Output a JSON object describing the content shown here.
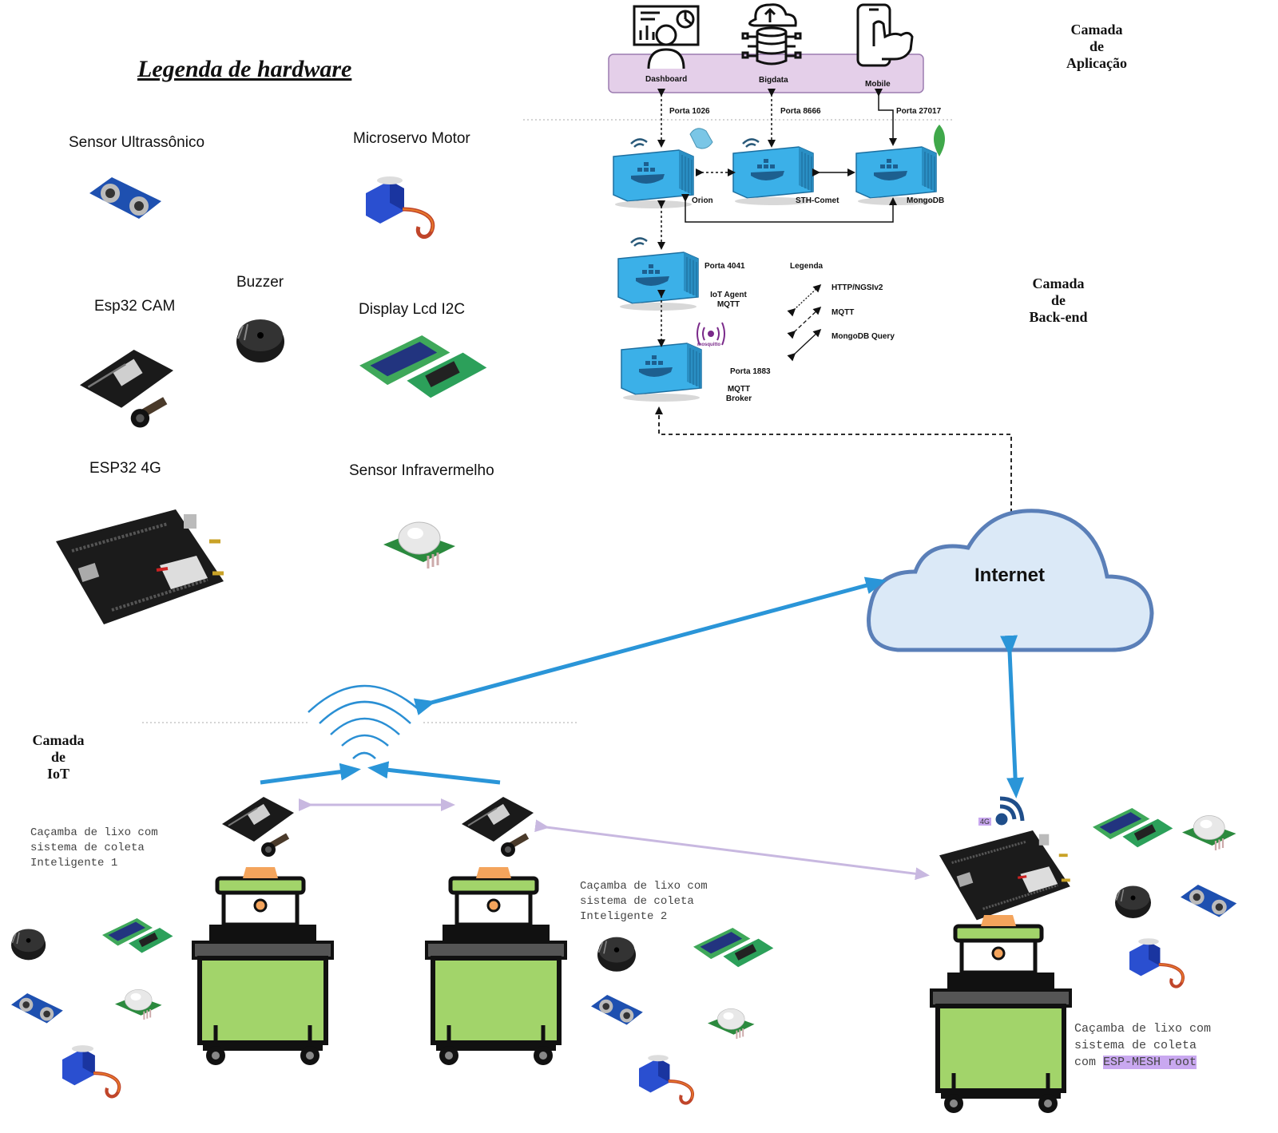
{
  "legend": {
    "title": "Legenda de hardware",
    "items": {
      "ultrasonic": "Sensor Ultrassônico",
      "microservo": "Microservo Motor",
      "buzzer": "Buzzer",
      "esp32cam": "Esp32 CAM",
      "lcd": "Display Lcd I2C",
      "esp32_4g": "ESP32 4G",
      "infrared": "Sensor Infravermelho"
    }
  },
  "layers": {
    "application": "Camada\nde\nAplicação",
    "backend": "Camada\nde\nBack-end",
    "iot": "Camada\nde\nIoT"
  },
  "apps": {
    "dashboard": "Dashboard",
    "bigdata": "Bigdata",
    "mobile": "Mobile"
  },
  "ports": {
    "p1026": "Porta 1026",
    "p8666": "Porta 8666",
    "p27017": "Porta 27017",
    "p4041": "Porta 4041",
    "p1883": "Porta 1883"
  },
  "containers": {
    "orion": "Orion",
    "sth": "STH-Comet",
    "mongodb": "MongoDB",
    "iot_agent": "IoT Agent\nMQTT",
    "mqtt_broker": "MQTT\nBroker"
  },
  "mini_legend": {
    "title": "Legenda",
    "http": "HTTP/NGSIv2",
    "mqtt": "MQTT",
    "mongo": "MongoDB Query"
  },
  "mosquitto_label": "mosquitto",
  "internet": "Internet",
  "signal_badge": "4G",
  "bins": {
    "bin1": "Caçamba de lixo com\nsistema de coleta\nInteligente 1",
    "bin2": "Caçamba de lixo com\nsistema de coleta\nInteligente 2",
    "bin3_line1": "Caçamba de lixo com",
    "bin3_line2": "sistema de coleta",
    "bin3_prefix": "com ",
    "bin3_highlight": "ESP-MESH root"
  },
  "colors": {
    "link_blue": "#2a95d8",
    "mesh_lavender": "#c8b8e0",
    "bin_green": "#a2d46a",
    "docker_blue": "#3bb0e8",
    "app_bar": "#e4cfe9",
    "cloud_fill": "#dbe9f7",
    "cloud_stroke": "#5a7fb8"
  }
}
